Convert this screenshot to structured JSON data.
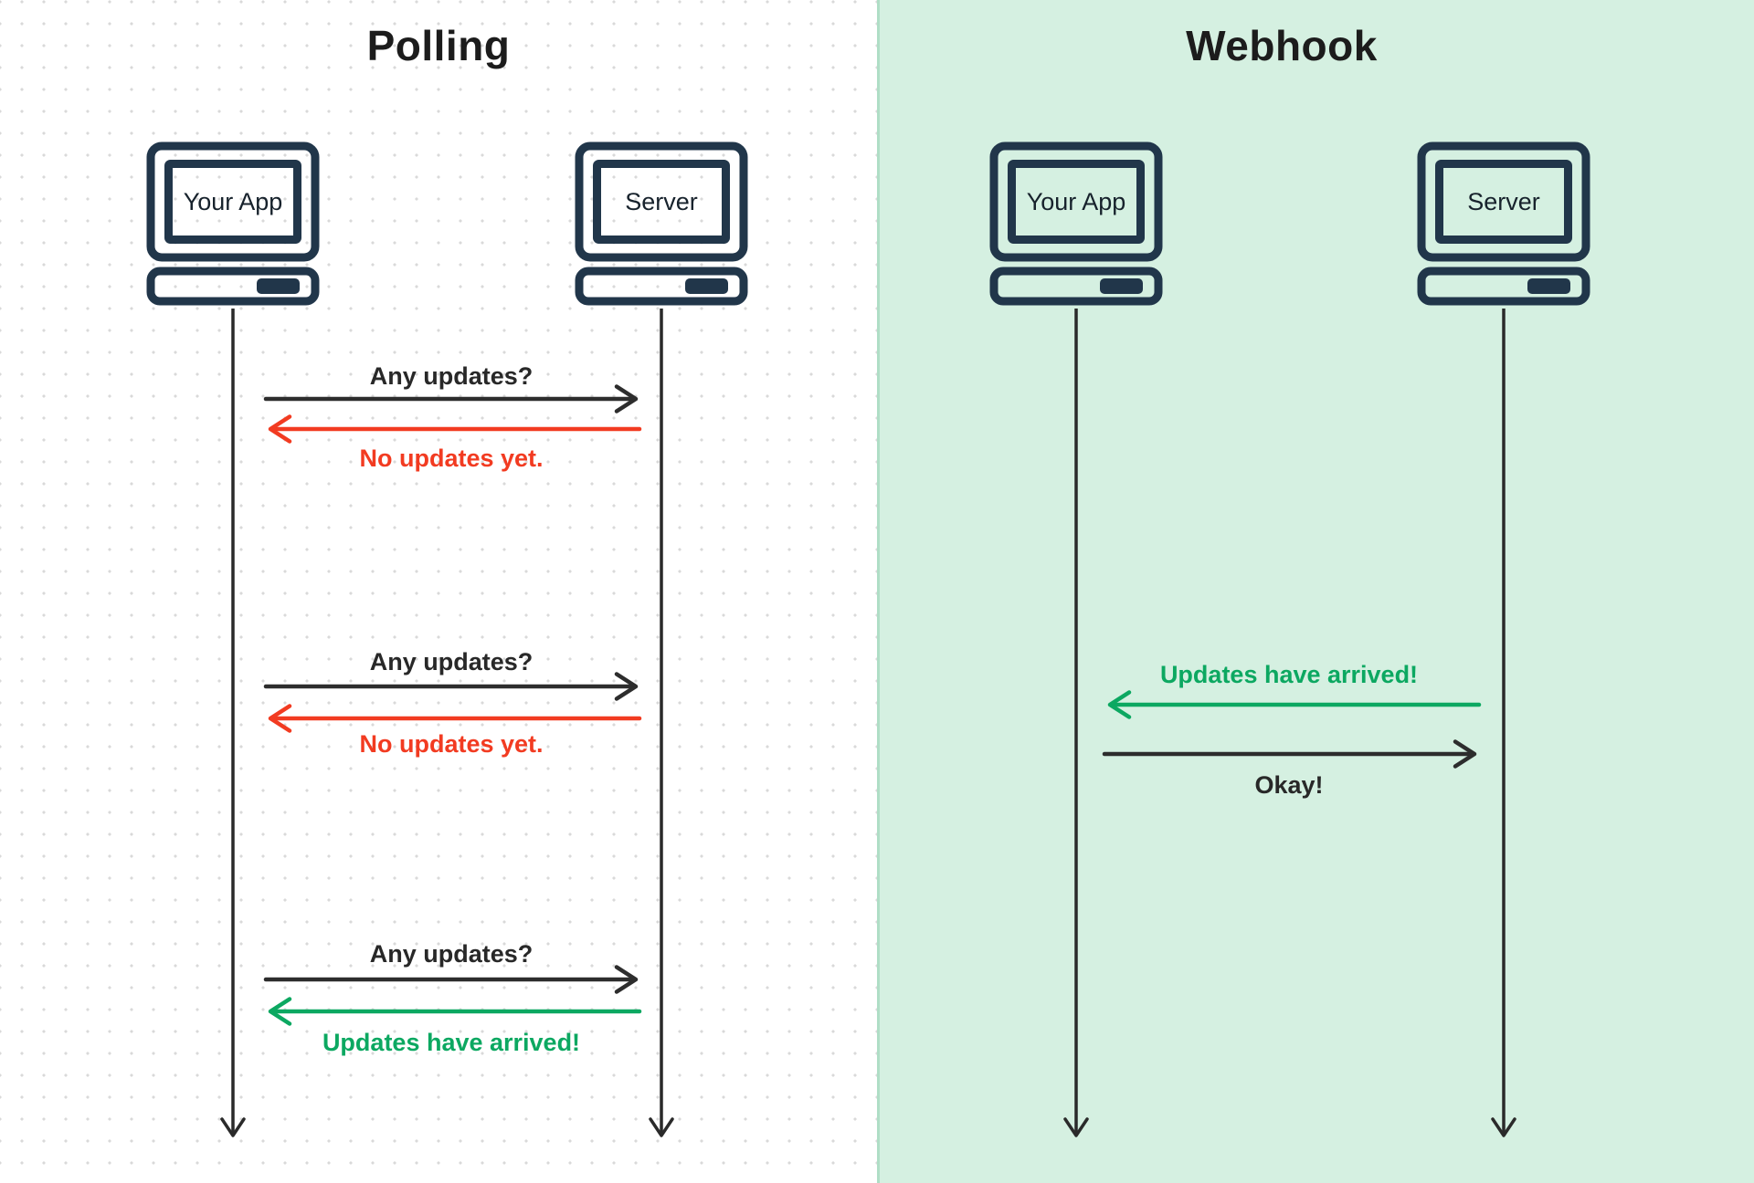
{
  "palette": {
    "polling_bg": "#ffffff",
    "webhook_bg": "#d5f0e1",
    "panel_divider": "#afdec6",
    "grid_dot": "#d9d9d9",
    "icon_navy": "#21364a",
    "ink": "#2d2d2d",
    "alert_red": "#f23b21",
    "success_green": "#0ca861"
  },
  "polling": {
    "title": "Polling",
    "actors": [
      {
        "label": "Your App"
      },
      {
        "label": "Server"
      }
    ],
    "messages": [
      {
        "label": "Any updates?"
      },
      {
        "label": "No updates yet."
      },
      {
        "label": "Any updates?"
      },
      {
        "label": "No updates yet."
      },
      {
        "label": "Any updates?"
      },
      {
        "label": "Updates have arrived!"
      }
    ]
  },
  "webhook": {
    "title": "Webhook",
    "actors": [
      {
        "label": "Your App"
      },
      {
        "label": "Server"
      }
    ],
    "messages": [
      {
        "label": "Updates have arrived!"
      },
      {
        "label": "Okay!"
      }
    ]
  }
}
